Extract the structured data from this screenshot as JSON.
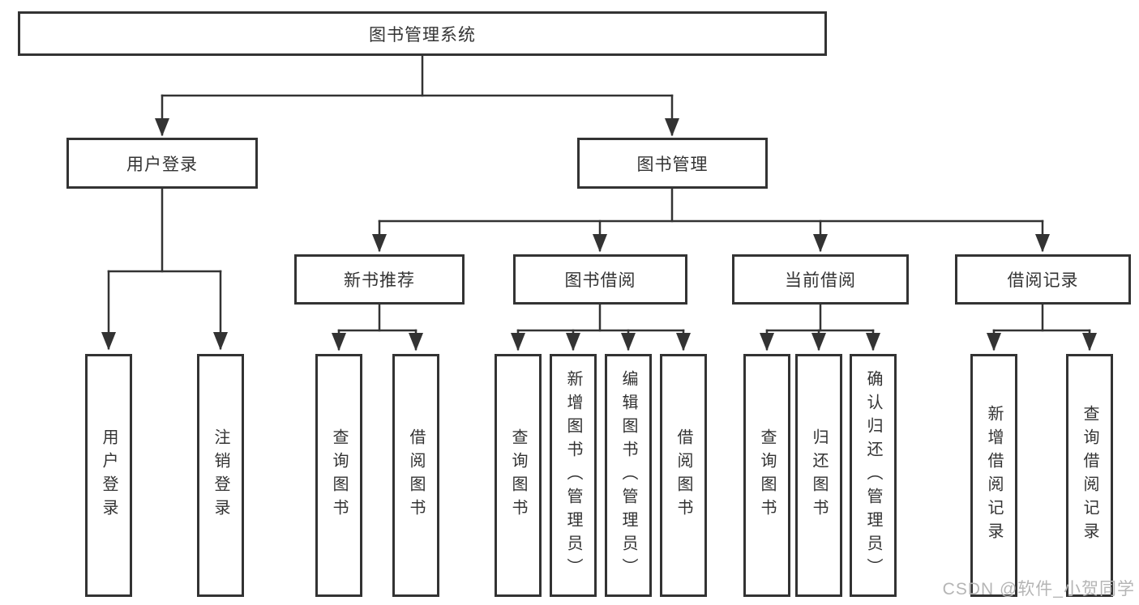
{
  "colors": {
    "background": "#ffffff",
    "box_border": "#333333",
    "connector_line": "#333333",
    "text": "#333333",
    "watermark_text": "#b5b5b5"
  },
  "watermark": {
    "text": "CSDN @软件_小贺同学"
  },
  "tree": {
    "root": {
      "label": "图书管理系统",
      "children": [
        {
          "label": "用户登录",
          "children": [
            {
              "label": "用户登录"
            },
            {
              "label": "注销登录"
            }
          ]
        },
        {
          "label": "图书管理",
          "children": [
            {
              "label": "新书推荐",
              "children": [
                {
                  "label": "查询图书"
                },
                {
                  "label": "借阅图书"
                }
              ]
            },
            {
              "label": "图书借阅",
              "children": [
                {
                  "label": "查询图书"
                },
                {
                  "label": "新增图书（管理员）"
                },
                {
                  "label": "编辑图书（管理员）"
                },
                {
                  "label": "借阅图书"
                }
              ]
            },
            {
              "label": "当前借阅",
              "children": [
                {
                  "label": "查询图书"
                },
                {
                  "label": "归还图书"
                },
                {
                  "label": "确认归还（管理员）"
                }
              ]
            },
            {
              "label": "借阅记录",
              "children": [
                {
                  "label": "新增借阅记录"
                },
                {
                  "label": "查询借阅记录"
                }
              ]
            }
          ]
        }
      ]
    }
  }
}
